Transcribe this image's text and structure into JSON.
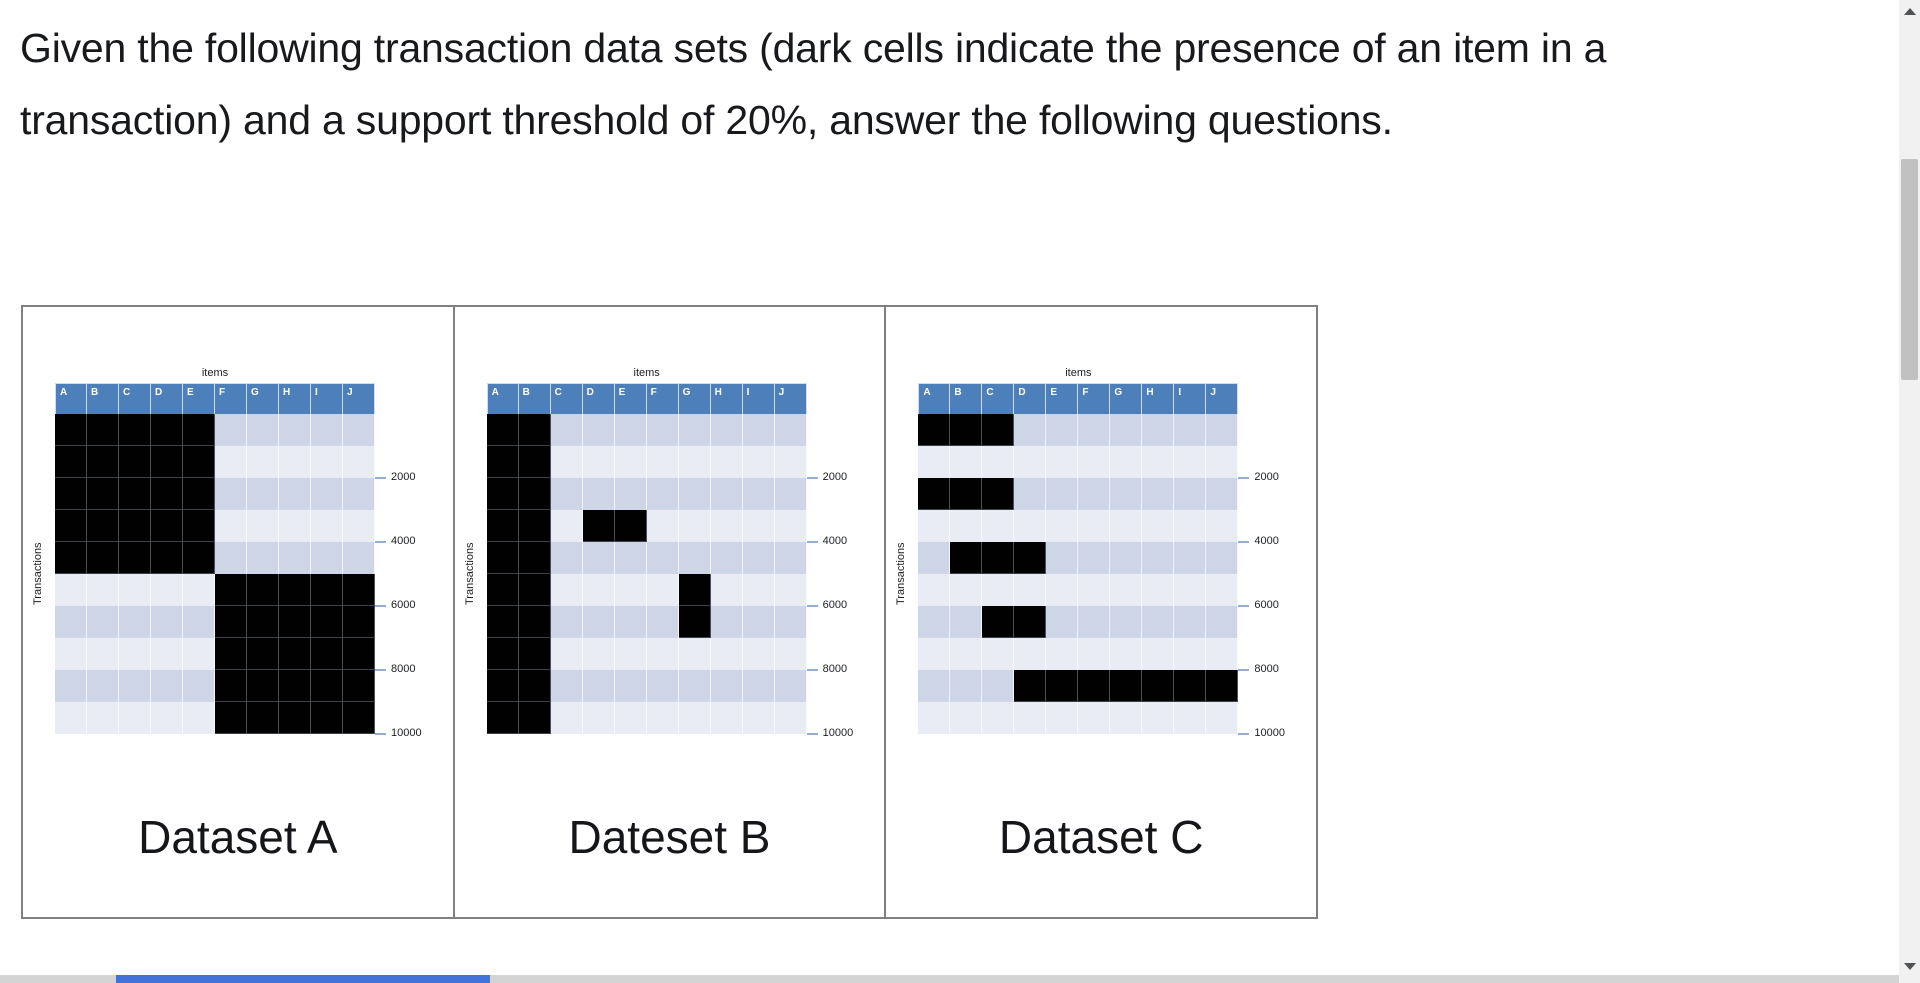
{
  "question": {
    "line1": "Given the following transaction data sets (dark cells indicate the presence of an item in a",
    "line2": "transaction) and a support threshold of 20%, answer the following questions."
  },
  "figure": {
    "items_label": "items",
    "transactions_label": "Transactions",
    "item_columns": [
      "A",
      "B",
      "C",
      "D",
      "E",
      "F",
      "G",
      "H",
      "I",
      "J"
    ],
    "y_ticks": [
      "2000",
      "4000",
      "6000",
      "8000",
      "10000"
    ],
    "colors": {
      "header_blue": "#4d7fba",
      "row_stripe_dark": "#ced5e6",
      "row_stripe_light": "#e9ecf4",
      "present_cell": "#010101",
      "panel_border": "#7f7f7f",
      "tick_dash": "#94aed2",
      "h_scroll_thumb": "#4273d9"
    },
    "panels": [
      {
        "caption": "Dataset A",
        "rows": [
          [
            1,
            1,
            1,
            1,
            1,
            0,
            0,
            0,
            0,
            0
          ],
          [
            1,
            1,
            1,
            1,
            1,
            0,
            0,
            0,
            0,
            0
          ],
          [
            1,
            1,
            1,
            1,
            1,
            0,
            0,
            0,
            0,
            0
          ],
          [
            1,
            1,
            1,
            1,
            1,
            0,
            0,
            0,
            0,
            0
          ],
          [
            1,
            1,
            1,
            1,
            1,
            0,
            0,
            0,
            0,
            0
          ],
          [
            0,
            0,
            0,
            0,
            0,
            1,
            1,
            1,
            1,
            1
          ],
          [
            0,
            0,
            0,
            0,
            0,
            1,
            1,
            1,
            1,
            1
          ],
          [
            0,
            0,
            0,
            0,
            0,
            1,
            1,
            1,
            1,
            1
          ],
          [
            0,
            0,
            0,
            0,
            0,
            1,
            1,
            1,
            1,
            1
          ],
          [
            0,
            0,
            0,
            0,
            0,
            1,
            1,
            1,
            1,
            1
          ]
        ]
      },
      {
        "caption": "Dateset B",
        "rows": [
          [
            1,
            1,
            0,
            0,
            0,
            0,
            0,
            0,
            0,
            0
          ],
          [
            1,
            1,
            0,
            0,
            0,
            0,
            0,
            0,
            0,
            0
          ],
          [
            1,
            1,
            0,
            0,
            0,
            0,
            0,
            0,
            0,
            0
          ],
          [
            1,
            1,
            0,
            1,
            1,
            0,
            0,
            0,
            0,
            0
          ],
          [
            1,
            1,
            0,
            0,
            0,
            0,
            0,
            0,
            0,
            0
          ],
          [
            1,
            1,
            0,
            0,
            0,
            0,
            1,
            0,
            0,
            0
          ],
          [
            1,
            1,
            0,
            0,
            0,
            0,
            1,
            0,
            0,
            0
          ],
          [
            1,
            1,
            0,
            0,
            0,
            0,
            0,
            0,
            0,
            0
          ],
          [
            1,
            1,
            0,
            0,
            0,
            0,
            0,
            0,
            0,
            0
          ],
          [
            1,
            1,
            0,
            0,
            0,
            0,
            0,
            0,
            0,
            0
          ]
        ]
      },
      {
        "caption": "Dataset C",
        "rows": [
          [
            1,
            1,
            1,
            0,
            0,
            0,
            0,
            0,
            0,
            0
          ],
          [
            0,
            0,
            0,
            0,
            0,
            0,
            0,
            0,
            0,
            0
          ],
          [
            1,
            1,
            1,
            0,
            0,
            0,
            0,
            0,
            0,
            0
          ],
          [
            0,
            0,
            0,
            0,
            0,
            0,
            0,
            0,
            0,
            0
          ],
          [
            0,
            1,
            1,
            1,
            0,
            0,
            0,
            0,
            0,
            0
          ],
          [
            0,
            0,
            0,
            0,
            0,
            0,
            0,
            0,
            0,
            0
          ],
          [
            0,
            0,
            1,
            1,
            0,
            0,
            0,
            0,
            0,
            0
          ],
          [
            0,
            0,
            0,
            0,
            0,
            0,
            0,
            0,
            0,
            0
          ],
          [
            0,
            0,
            0,
            1,
            1,
            1,
            1,
            1,
            1,
            1
          ],
          [
            0,
            0,
            0,
            0,
            0,
            0,
            0,
            0,
            0,
            0
          ]
        ]
      }
    ]
  },
  "scrollbars": {
    "vertical": {
      "thumb": "gray",
      "up_icon": "scroll-up-arrow",
      "down_icon": "scroll-down-arrow"
    },
    "horizontal": {
      "thumb": "blue"
    }
  }
}
